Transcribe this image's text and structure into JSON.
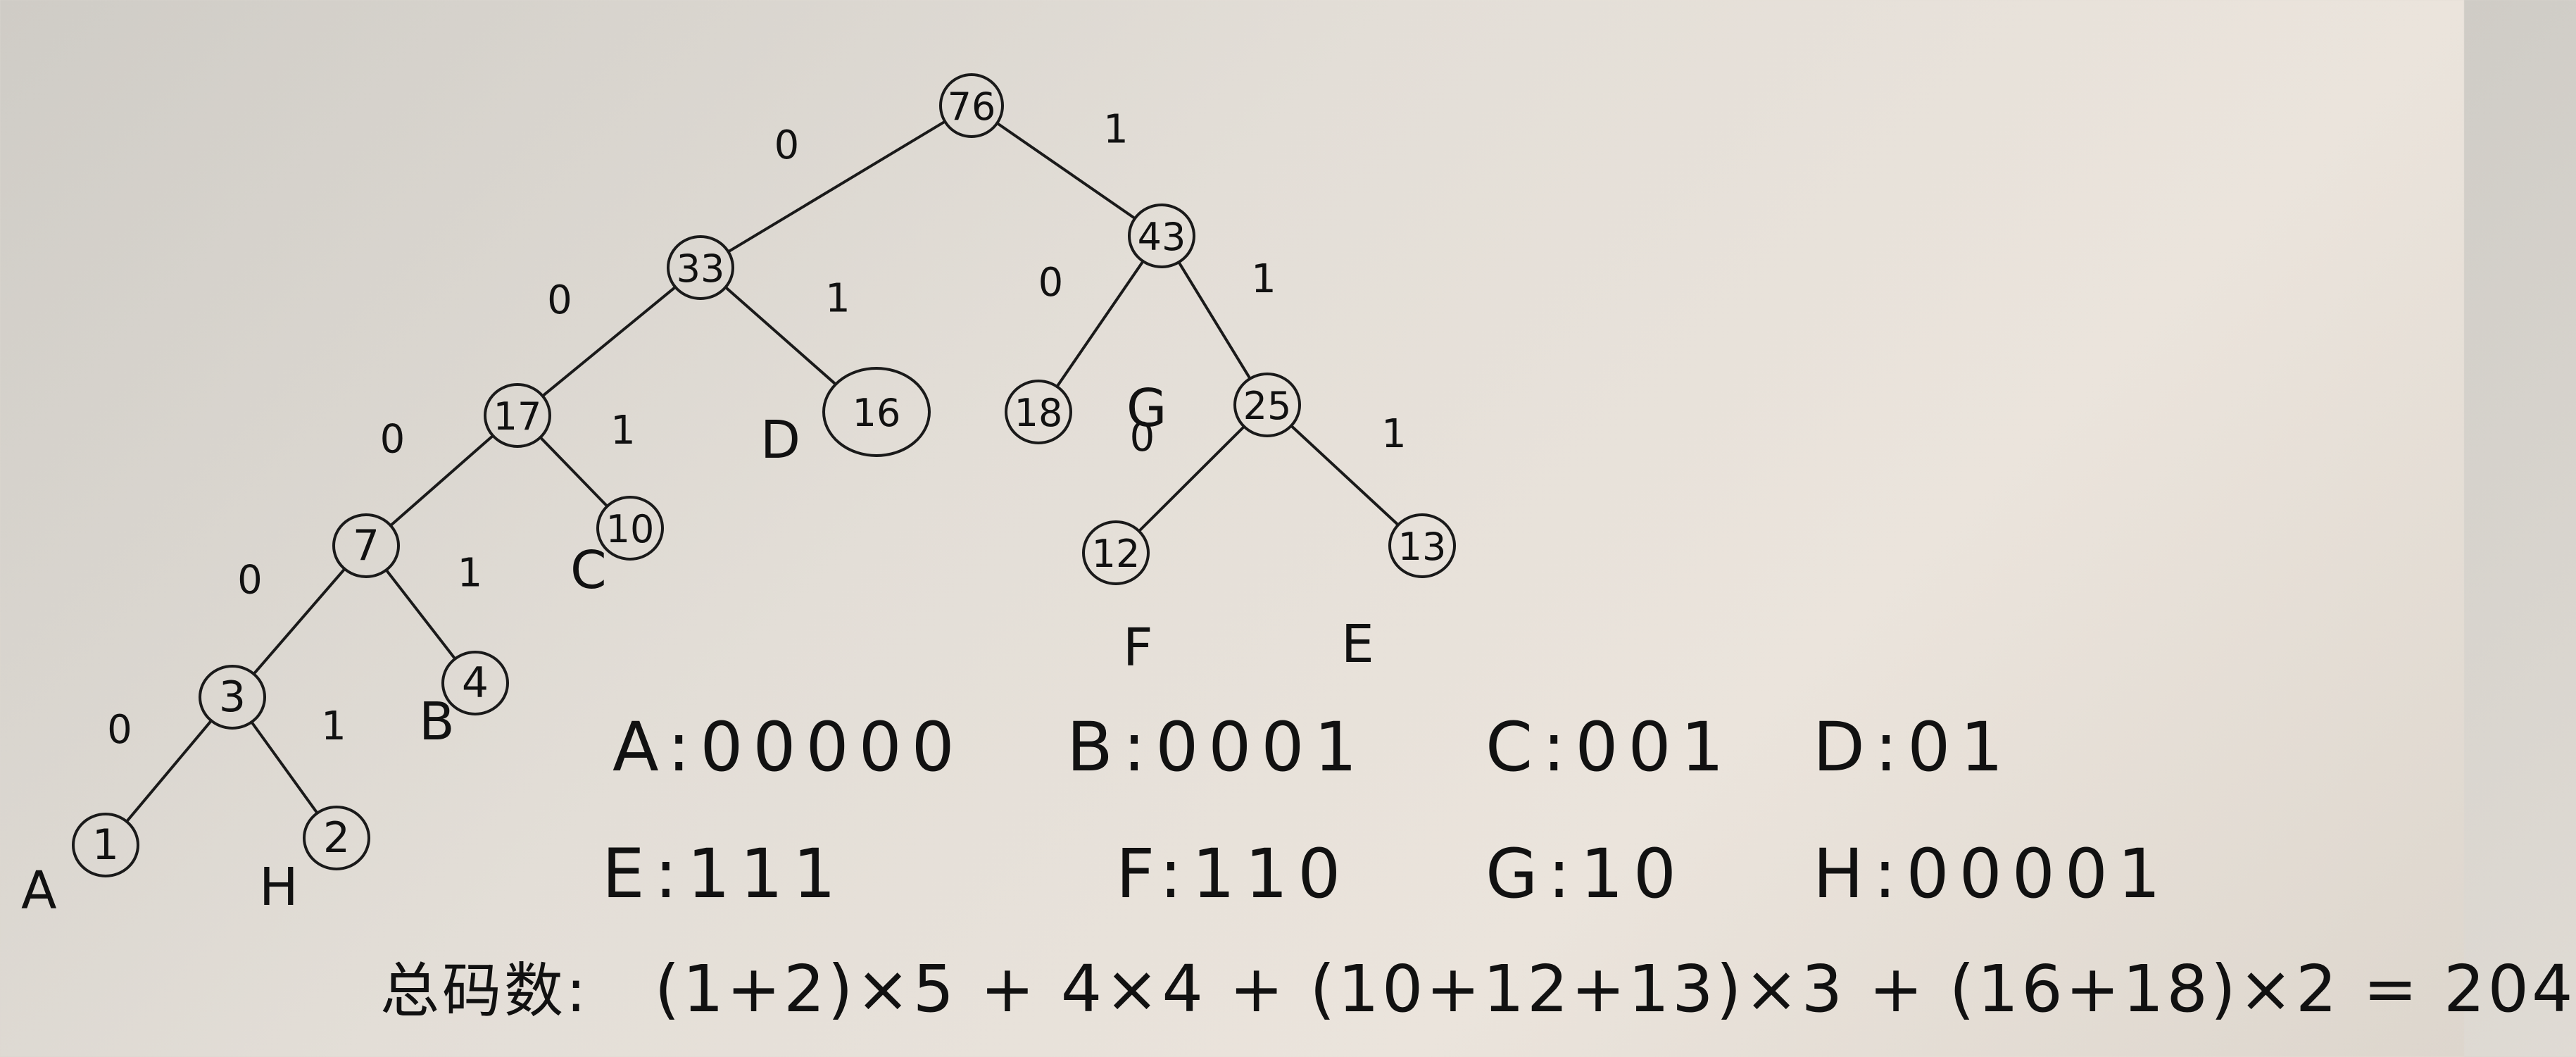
{
  "tree": {
    "nodes": [
      {
        "id": "n76",
        "value": "76"
      },
      {
        "id": "n33",
        "value": "33"
      },
      {
        "id": "n43",
        "value": "43"
      },
      {
        "id": "n17",
        "value": "17"
      },
      {
        "id": "n16",
        "value": "16",
        "leaf": "D"
      },
      {
        "id": "n18",
        "value": "18",
        "leaf": "G"
      },
      {
        "id": "n25",
        "value": "25"
      },
      {
        "id": "n7",
        "value": "7"
      },
      {
        "id": "n10",
        "value": "10",
        "leaf": "C"
      },
      {
        "id": "n12",
        "value": "12",
        "leaf": "F"
      },
      {
        "id": "n13",
        "value": "13",
        "leaf": "E"
      },
      {
        "id": "n3",
        "value": "3"
      },
      {
        "id": "n4",
        "value": "4",
        "leaf": "B"
      },
      {
        "id": "n1",
        "value": "1",
        "leaf": "A"
      },
      {
        "id": "n2",
        "value": "2",
        "leaf": "H"
      }
    ],
    "edges": [
      {
        "from": "n76",
        "to": "n33",
        "bit": "0"
      },
      {
        "from": "n76",
        "to": "n43",
        "bit": "1"
      },
      {
        "from": "n33",
        "to": "n17",
        "bit": "0"
      },
      {
        "from": "n33",
        "to": "n16",
        "bit": "1"
      },
      {
        "from": "n43",
        "to": "n18",
        "bit": "0"
      },
      {
        "from": "n43",
        "to": "n25",
        "bit": "1"
      },
      {
        "from": "n17",
        "to": "n7",
        "bit": "0"
      },
      {
        "from": "n17",
        "to": "n10",
        "bit": "1"
      },
      {
        "from": "n25",
        "to": "n12",
        "bit": "0"
      },
      {
        "from": "n25",
        "to": "n13",
        "bit": "1"
      },
      {
        "from": "n7",
        "to": "n3",
        "bit": "0"
      },
      {
        "from": "n7",
        "to": "n4",
        "bit": "1"
      },
      {
        "from": "n3",
        "to": "n1",
        "bit": "0"
      },
      {
        "from": "n3",
        "to": "n2",
        "bit": "1"
      }
    ]
  },
  "codes": {
    "A": "A:00000",
    "B": "B:0001",
    "C": "C:001",
    "D": "D:01",
    "E": "E:111",
    "F": "F:110",
    "G": "G:10",
    "H": "H:00001"
  },
  "total": {
    "label": "总码数:",
    "formula": "(1+2)×5 + 4×4 + (10+12+13)×3 + (16+18)×2 = 204"
  }
}
